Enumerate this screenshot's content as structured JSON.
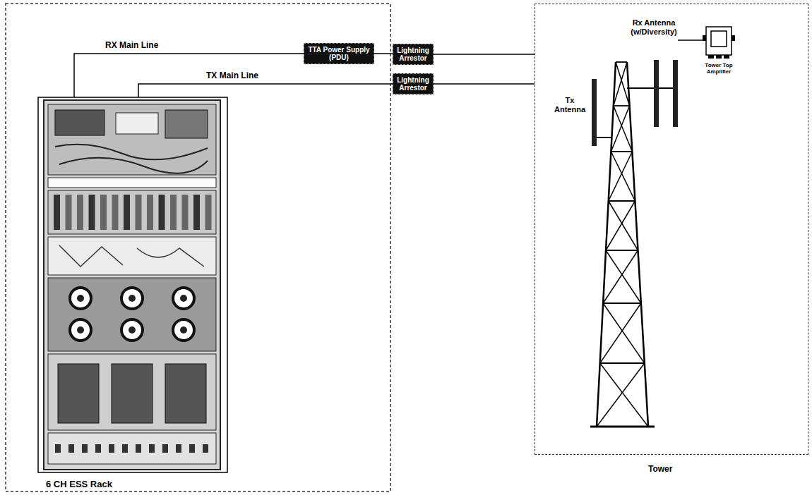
{
  "diagram": {
    "nodes": [
      {
        "text": [
          "6 CH ESS Rack"
        ]
      },
      {
        "text": [
          "TTA Power Supply (PDU)"
        ]
      },
      {
        "text": [
          "Lightning Arrestor"
        ]
      },
      {
        "text": [
          "Lightning Arrestor"
        ]
      },
      {
        "text": [
          "Tower"
        ]
      }
    ],
    "edges": [
      {
        "from": 0,
        "to": 1,
        "arrow": "none",
        "label": "RX Main Line"
      },
      {
        "from": 1,
        "to": 2,
        "arrow": "none"
      },
      {
        "from": 2,
        "to": 4,
        "arrow": "none"
      },
      {
        "from": 0,
        "to": 3,
        "arrow": "none",
        "label": "TX Main Line"
      },
      {
        "from": 3,
        "to": 4,
        "arrow": "none"
      }
    ],
    "labels": [
      "Tx Antenna",
      "Rx Antenna (w/Diversity)",
      "Tower Top Amplifier"
    ]
  }
}
